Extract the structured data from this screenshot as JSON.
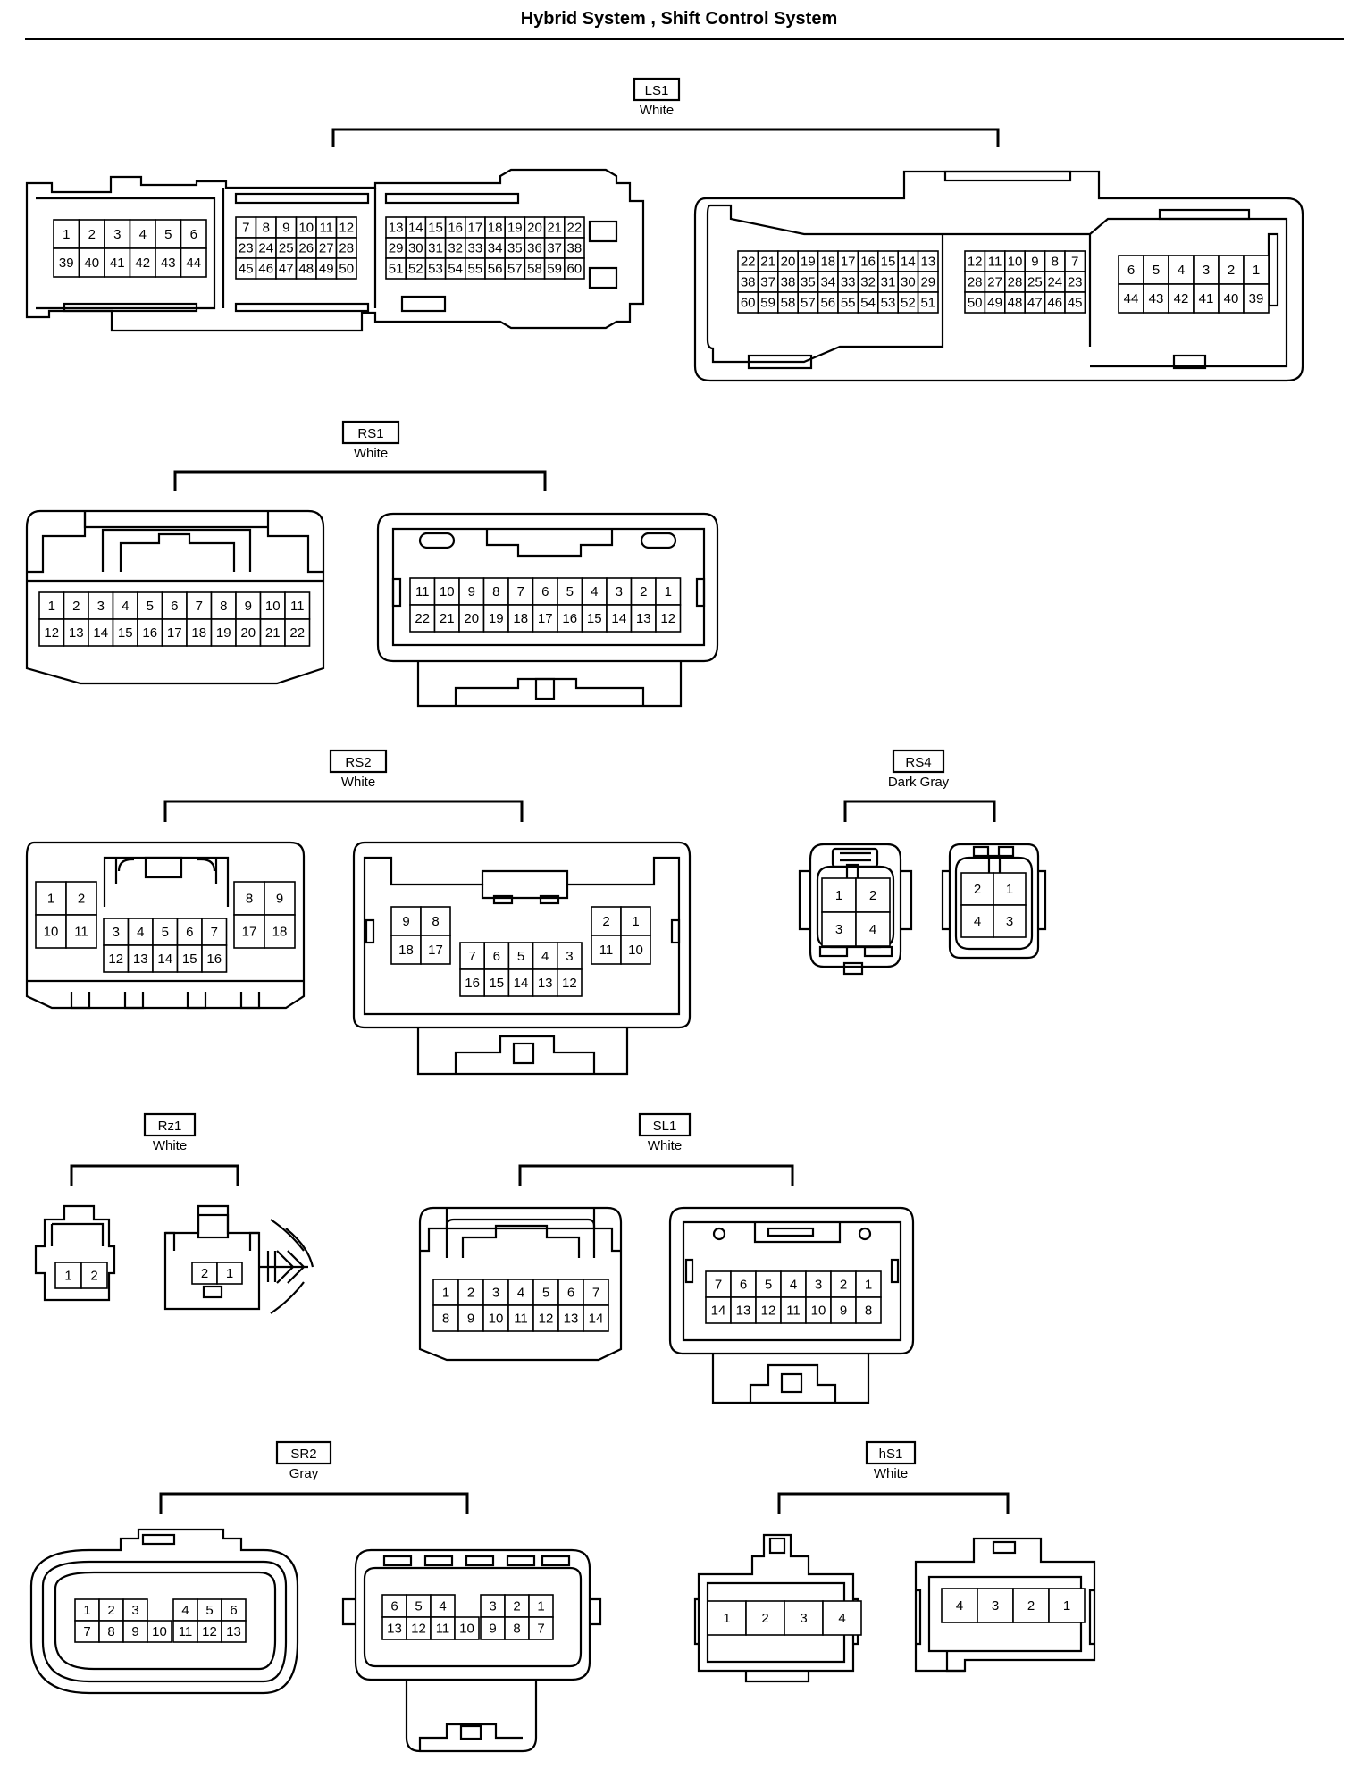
{
  "title": "Hybrid System , Shift Control System",
  "connectors": [
    {
      "id": "LS1",
      "color": "White",
      "left": [
        [
          "1",
          "2",
          "3",
          "4",
          "5",
          "6"
        ],
        [
          "39",
          "40",
          "41",
          "42",
          "43",
          "44"
        ]
      ],
      "middle": [
        [
          "7",
          "8",
          "9",
          "10",
          "11",
          "12"
        ],
        [
          "23",
          "24",
          "25",
          "26",
          "27",
          "28"
        ],
        [
          "45",
          "46",
          "47",
          "48",
          "49",
          "50"
        ]
      ],
      "right": [
        [
          "13",
          "14",
          "15",
          "16",
          "17",
          "18",
          "19",
          "20",
          "21",
          "22"
        ],
        [
          "29",
          "30",
          "31",
          "32",
          "33",
          "34",
          "35",
          "36",
          "37",
          "38"
        ],
        [
          "51",
          "52",
          "53",
          "54",
          "55",
          "56",
          "57",
          "58",
          "59",
          "60"
        ]
      ],
      "r_big": [
        [
          "22",
          "21",
          "20",
          "19",
          "18",
          "17",
          "16",
          "15",
          "14",
          "13"
        ],
        [
          "38",
          "37",
          "38",
          "35",
          "34",
          "33",
          "32",
          "31",
          "30",
          "29"
        ],
        [
          "60",
          "59",
          "58",
          "57",
          "56",
          "55",
          "54",
          "53",
          "52",
          "51"
        ]
      ],
      "r_mid": [
        [
          "12",
          "11",
          "10",
          "9",
          "8",
          "7"
        ],
        [
          "28",
          "27",
          "28",
          "25",
          "24",
          "23"
        ],
        [
          "50",
          "49",
          "48",
          "47",
          "46",
          "45"
        ]
      ],
      "r_small": [
        [
          "6",
          "5",
          "4",
          "3",
          "2",
          "1"
        ],
        [
          "44",
          "43",
          "42",
          "41",
          "40",
          "39"
        ]
      ]
    },
    {
      "id": "RS1",
      "color": "White",
      "left": [
        [
          "1",
          "2",
          "3",
          "4",
          "5",
          "6",
          "7",
          "8",
          "9",
          "10",
          "11"
        ],
        [
          "12",
          "13",
          "14",
          "15",
          "16",
          "17",
          "18",
          "19",
          "20",
          "21",
          "22"
        ]
      ],
      "right": [
        [
          "11",
          "10",
          "9",
          "8",
          "7",
          "6",
          "5",
          "4",
          "3",
          "2",
          "1"
        ],
        [
          "22",
          "21",
          "20",
          "19",
          "18",
          "17",
          "16",
          "15",
          "14",
          "13",
          "12"
        ]
      ]
    },
    {
      "id": "RS2",
      "color": "White",
      "left_a": [
        [
          "1",
          "2"
        ],
        [
          "10",
          "11"
        ]
      ],
      "left_b": [
        [
          "3",
          "4",
          "5",
          "6",
          "7"
        ],
        [
          "12",
          "13",
          "14",
          "15",
          "16"
        ]
      ],
      "left_c": [
        [
          "8",
          "9"
        ],
        [
          "17",
          "18"
        ]
      ],
      "right_a": [
        [
          "9",
          "8"
        ],
        [
          "18",
          "17"
        ]
      ],
      "right_b": [
        [
          "7",
          "6",
          "5",
          "4",
          "3"
        ],
        [
          "16",
          "15",
          "14",
          "13",
          "12"
        ]
      ],
      "right_c": [
        [
          "2",
          "1"
        ],
        [
          "11",
          "10"
        ]
      ]
    },
    {
      "id": "RS4",
      "color": "Dark Gray",
      "left": [
        [
          "1",
          "2"
        ],
        [
          "3",
          "4"
        ]
      ],
      "right": [
        [
          "2",
          "1"
        ],
        [
          "4",
          "3"
        ]
      ]
    },
    {
      "id": "Rz1",
      "color": "White",
      "left": [
        [
          "1",
          "2"
        ]
      ],
      "right": [
        [
          "2",
          "1"
        ]
      ]
    },
    {
      "id": "SL1",
      "color": "White",
      "left": [
        [
          "1",
          "2",
          "3",
          "4",
          "5",
          "6",
          "7"
        ],
        [
          "8",
          "9",
          "10",
          "11",
          "12",
          "13",
          "14"
        ]
      ],
      "right": [
        [
          "7",
          "6",
          "5",
          "4",
          "3",
          "2",
          "1"
        ],
        [
          "14",
          "13",
          "12",
          "11",
          "10",
          "9",
          "8"
        ]
      ]
    },
    {
      "id": "SR2",
      "color": "Gray",
      "left_a": [
        [
          "1",
          "2",
          "3"
        ],
        [
          "7",
          "8",
          "9",
          "10"
        ]
      ],
      "left_b": [
        [
          "4",
          "5",
          "6"
        ],
        [
          "11",
          "12",
          "13"
        ]
      ],
      "right_a": [
        [
          "6",
          "5",
          "4"
        ],
        [
          "13",
          "12",
          "11",
          "10"
        ]
      ],
      "right_b": [
        [
          "3",
          "2",
          "1"
        ],
        [
          "9",
          "8",
          "7"
        ]
      ]
    },
    {
      "id": "hS1",
      "color": "White",
      "left": [
        [
          "1",
          "2",
          "3",
          "4"
        ]
      ],
      "right": [
        [
          "4",
          "3",
          "2",
          "1"
        ]
      ]
    }
  ]
}
